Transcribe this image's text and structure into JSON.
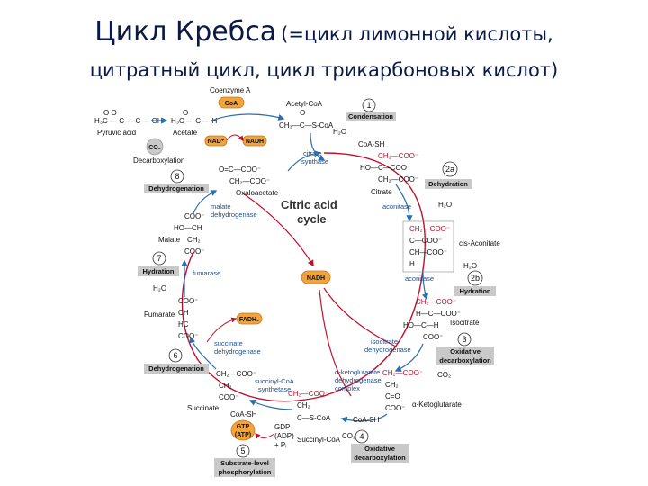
{
  "title": {
    "line1_main": "Цикл Кребса",
    "line1_rest": "(=цикл лимонной кислоты,",
    "line2": "цитратный цикл, цикл трикарбоновых кислот)"
  },
  "center": {
    "line1": "Citric acid",
    "line2": "cycle"
  },
  "top": {
    "coenzyme": "Coenzyme A",
    "coa_pill": "CoA",
    "pyruvic_acid": "Pyruvic acid",
    "acetate": "Acetate",
    "co2": "CO₂",
    "decarboxylation": "Decarboxylation",
    "nad_plus": "NAD⁺",
    "nadh": "NADH",
    "acetyl_coa": "Acetyl-CoA",
    "acetyl_formula": "CH₃—C—S-CoA",
    "h2o": "H₂O",
    "coa_sh": "CoA-SH"
  },
  "steps": [
    {
      "num": "1",
      "label": "Condensation"
    },
    {
      "num": "2a",
      "label": "Dehydration"
    },
    {
      "num": "2b",
      "label": "Hydration"
    },
    {
      "num": "3",
      "label_line1": "Oxidative",
      "label_line2": "decarboxylation"
    },
    {
      "num": "4",
      "label_line1": "Oxidative",
      "label_line2": "decarboxylation"
    },
    {
      "num": "5",
      "label_line1": "Substrate-level",
      "label_line2": "phosphorylation"
    },
    {
      "num": "6",
      "label": "Dehydrogenation"
    },
    {
      "num": "7",
      "label": "Hydration"
    },
    {
      "num": "8",
      "label": "Dehydrogenation"
    }
  ],
  "enzymes": {
    "citrate_synthase": [
      "citrate",
      "synthase"
    ],
    "aconitase_1": "aconitase",
    "aconitase_2": "aconitase",
    "isocitrate_dh": [
      "isocitrate",
      "dehydrogenase"
    ],
    "akg_dh": [
      "α-ketoglutarate",
      "dehydrogenase",
      "complex"
    ],
    "succinyl_synthetase": [
      "succinyl-CoA",
      "synthetase"
    ],
    "succinate_dh": [
      "succinate",
      "dehydrogenase"
    ],
    "fumarase": "fumarase",
    "malate_dh": [
      "malate",
      "dehydrogenase"
    ]
  },
  "metabolites": {
    "citrate": "Citrate",
    "cis_aconitate": "cis-Aconitate",
    "isocitrate": "Isocitrate",
    "alpha_ketoglutarate": "α-Ketoglutarate",
    "succinyl_coa": "Succinyl-CoA",
    "succinate": "Succinate",
    "fumarate": "Fumarate",
    "malate": "Malate",
    "oxaloacetate": "Oxaloacetate"
  },
  "cofactors": {
    "nadh_center": "NADH",
    "fadh2": "FADH₂",
    "gtp": "GTP",
    "atp": "(ATP)",
    "gdp": "GDP",
    "adp": "(ADP)",
    "pi": "+ Pᵢ",
    "h2o_2a": "H₂O",
    "h2o_2b": "H₂O",
    "h2o_7": "H₂O",
    "co2_3": "CO₂",
    "co2_4": "CO₂",
    "coa_sh_4": "CoA-SH",
    "coa_sh_5": "CoA-SH"
  },
  "colors": {
    "title": "#0b1a44",
    "arrow_red": "#c0102a",
    "arrow_blue": "#2a6fb0",
    "pill_orange": "#f2a33a",
    "pill_orange_stroke": "#c7781a",
    "box_gray": "#c9c9c9"
  }
}
